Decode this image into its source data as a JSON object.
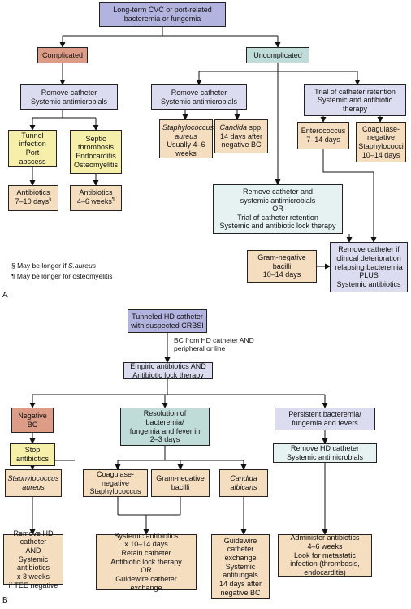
{
  "panel_a": {
    "label": "A",
    "root": "Long-term CVC or port-related\nbacteremia or fungemia",
    "complicated": "Complicated",
    "uncomplicated": "Uncomplicated",
    "remove_cath_left": "Remove catheter\nSystemic antimicrobials",
    "tunnel": "Tunnel\ninfection\nPort abscess",
    "septic": "Septic\nthrombosis\nEndocarditis\nOsteomyelitis",
    "abx_7_10_a": "Antibiotics\n7–10 days",
    "abx_7_10_sup": "§",
    "abx_4_6_a": "Antibiotics\n4–6 weeks",
    "abx_4_6_sup": "¶",
    "remove_cath_mid": "Remove catheter\nSystemic antimicrobials",
    "trial": "Trial of catheter retention\nSystemic and antibiotic\ntherapy",
    "staph_org": "Staphylococcus\naureus",
    "staph_dur": "Usually 4–6\nweeks",
    "candida_org": "Candida",
    "candida_rest": " spp.\n14 days after\nnegative BC",
    "entero": "Enterococcus\n7–14 days",
    "coag": "Coagulase-\nnegative\nStaphylococci\n10–14 days",
    "remove_or_trial": "Remove catheter and\nsystemic antimicrobials\nOR\nTrial of catheter retention\nSystemic and antibiotic lock therapy",
    "gram_neg": "Gram-negative\nbacilli\n10–14 days",
    "remove_if": "Remove catheter if\nclinical deterioration\nrelapsing bacteremia\nPLUS\nSystemic antibiotics",
    "note1_a": "§ May be longer if ",
    "note1_b": "S.aureus",
    "note2": "¶ May be longer for osteomyelitis"
  },
  "panel_b": {
    "label": "B",
    "root": "Tunneled HD catheter\nwith suspected CRBSI",
    "bc_label": "BC from HD catheter AND\nperipheral or line",
    "empiric": "Empiric antibiotics AND\nAntibiotic lock therapy",
    "negative": "Negative\nBC",
    "resolution": "Resolution of bacteremia/\nfungemia and fever in\n2–3 days",
    "persistent": "Persistent bacteremia/\nfungemia and fevers",
    "stop": "Stop\nantibiotics",
    "remove_hd": "Remove HD catheter\nSystemic antimicrobials",
    "staph": "Staphylococcus\naureus",
    "coag": "Coagulase-\nnegative\nStaphylococcus",
    "gram_neg": "Gram-negative\nbacilli",
    "candida": "Candida\nalbicans",
    "staph_tx": "Remove HD catheter\nAND\nSystemic antibiotics\nx 3 weeks\nif TEE negative",
    "coag_tx": "Systemic antibiotics\nx 10–14 days\nRetain catheter\nAntibiotic lock therapy\nOR\nGuidewire catheter\nexchange",
    "candida_tx": "Guidewire\ncatheter\nexchange\nSystemic\nantifungals\n14 days after\nnegative BC",
    "persist_tx": "Administer antibiotics\n4–6 weeks\nLook for metastatic\ninfection (thrombosis,\nendocarditis)"
  },
  "colors": {
    "purple": "#b3b3e0",
    "lavender": "#dcdcf0",
    "salmon": "#dc9c88",
    "teal": "#bfdcd8",
    "pale_teal": "#e6f2f2",
    "tan": "#f5ddc0",
    "yellow": "#f6efaa"
  }
}
